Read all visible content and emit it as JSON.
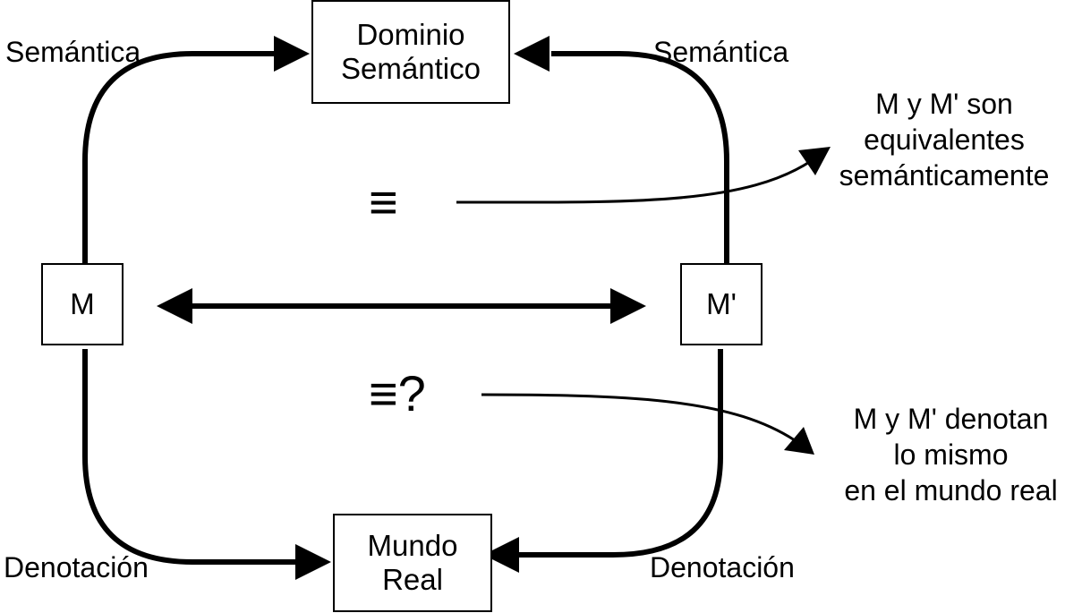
{
  "nodes": {
    "semantic_domain": "Dominio\nSemántico",
    "real_world": "Mundo\nReal",
    "m": "M",
    "m_prime": "M'"
  },
  "edge_labels": {
    "semantics_left": "Semántica",
    "semantics_right": "Semántica",
    "denotation_left": "Denotación",
    "denotation_right": "Denotación"
  },
  "relations": {
    "semantic_equivalence_symbol": "≡",
    "denotation_equivalence_symbol": "≡?"
  },
  "notes": {
    "semantic_equivalence": "M y M' son\nequivalentes\nsemánticamente",
    "denotation_equivalence": "M y M'  denotan\nlo mismo\nen el mundo real"
  }
}
